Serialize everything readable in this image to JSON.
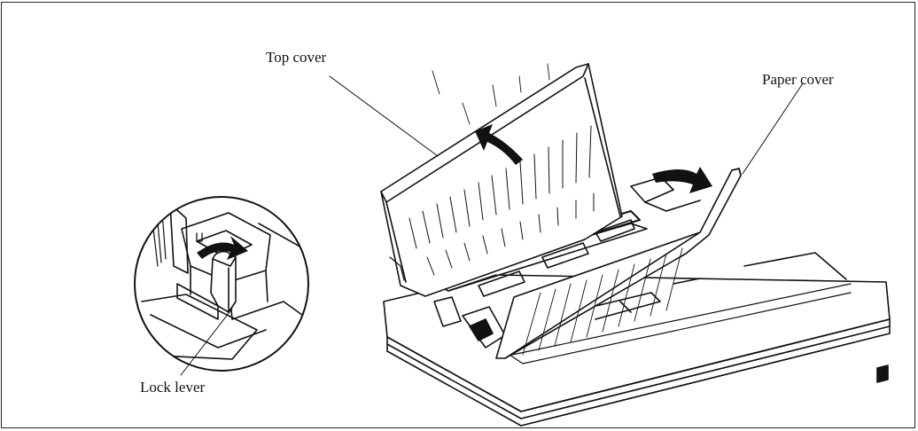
{
  "labels": {
    "top_cover": "Top cover",
    "paper_cover": "Paper cover",
    "lock_lever": "Lock lever"
  }
}
